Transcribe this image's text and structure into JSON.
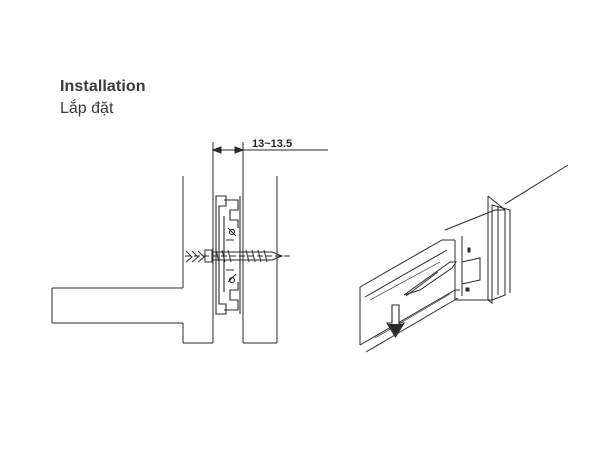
{
  "header": {
    "title": "Installation",
    "subtitle": "Lắp đặt"
  },
  "dimension": {
    "label": "13~13.5"
  }
}
